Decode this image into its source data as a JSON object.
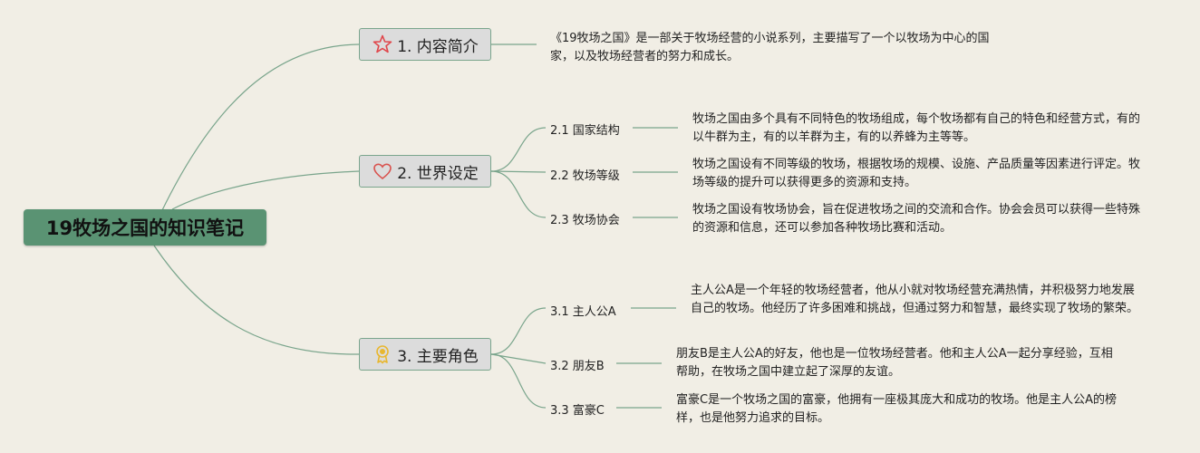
{
  "root": {
    "title": "19牧场之国的知识笔记"
  },
  "sections": [
    {
      "label": "1. 内容简介",
      "icon": "star-icon",
      "desc": "《19牧场之国》是一部关于牧场经营的小说系列，主要描写了一个以牧场为中心的国家，以及牧场经营者的努力和成长。",
      "children": []
    },
    {
      "label": "2. 世界设定",
      "icon": "heart-icon",
      "children": [
        {
          "label": "2.1 国家结构",
          "desc": "牧场之国由多个具有不同特色的牧场组成，每个牧场都有自己的特色和经营方式，有的以牛群为主，有的以羊群为主，有的以养蜂为主等等。"
        },
        {
          "label": "2.2 牧场等级",
          "desc": "牧场之国设有不同等级的牧场，根据牧场的规模、设施、产品质量等因素进行评定。牧场等级的提升可以获得更多的资源和支持。"
        },
        {
          "label": "2.3 牧场协会",
          "desc": "牧场之国设有牧场协会，旨在促进牧场之间的交流和合作。协会会员可以获得一些特殊的资源和信息，还可以参加各种牧场比赛和活动。"
        }
      ]
    },
    {
      "label": "3. 主要角色",
      "icon": "medal-icon",
      "children": [
        {
          "label": "3.1 主人公A",
          "desc": "主人公A是一个年轻的牧场经营者，他从小就对牧场经营充满热情，并积极努力地发展自己的牧场。他经历了许多困难和挑战，但通过努力和智慧，最终实现了牧场的繁荣。"
        },
        {
          "label": "3.2 朋友B",
          "desc": "朋友B是主人公A的好友，他也是一位牧场经营者。他和主人公A一起分享经验，互相帮助，在牧场之国中建立起了深厚的友谊。"
        },
        {
          "label": "3.3 富豪C",
          "desc": "富豪C是一个牧场之国的富豪，他拥有一座极其庞大和成功的牧场。他是主人公A的榜样，也是他努力追求的目标。"
        }
      ]
    }
  ],
  "colors": {
    "root": "#5a9373",
    "line": "#7aa58c",
    "background": "#f1eee5",
    "node": "#dcdcdc",
    "star": "#e0464b",
    "heart": "#d9534f",
    "medal": "#e8b730"
  }
}
